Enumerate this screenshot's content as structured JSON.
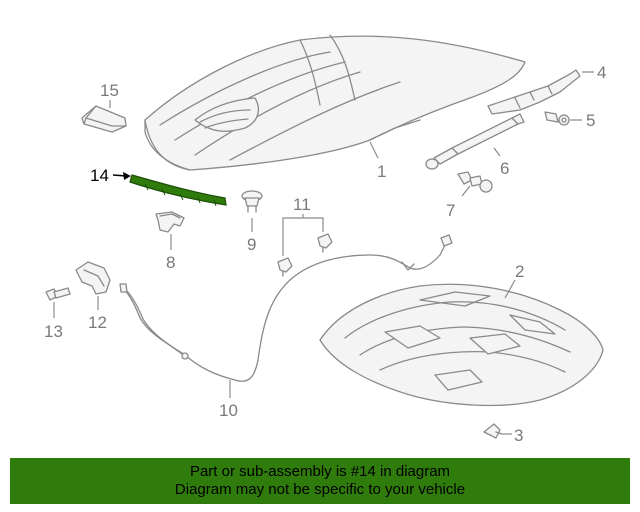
{
  "diagram": {
    "callouts": {
      "c1": "1",
      "c2": "2",
      "c3": "3",
      "c4": "4",
      "c5": "5",
      "c6": "6",
      "c7": "7",
      "c8": "8",
      "c9": "9",
      "c10": "10",
      "c11": "11",
      "c12": "12",
      "c13": "13",
      "c14": "14",
      "c15": "15"
    },
    "highlight_color": "#2f7c0c",
    "line_color": "#8a8a8a"
  },
  "banner": {
    "line1": "Part or sub-assembly is #14 in diagram",
    "line2": "Diagram may not be specific to your vehicle",
    "background": "#2f7c0c"
  }
}
